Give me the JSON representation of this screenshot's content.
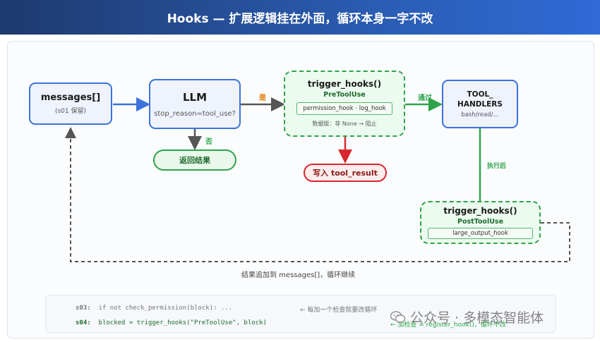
{
  "header": {
    "title": "Hooks — 扩展逻辑挂在外面，循环本身一字不改"
  },
  "nodes": {
    "messages": {
      "title": "messages[]",
      "sub": "(s01 保留)"
    },
    "llm": {
      "title": "LLM",
      "sub": "stop_reason=tool_use?"
    },
    "return_result": {
      "label": "返回结果"
    },
    "pre_hooks": {
      "title": "trigger_hooks()",
      "sub": "PreToolUse",
      "tag": "permission_hook · log_hook",
      "note": "数据版：非 None → 阻止"
    },
    "write_result": {
      "label": "写入 tool_result"
    },
    "tool_handlers": {
      "title_line1": "TOOL_",
      "title_line2": "HANDLERS",
      "sub": "bash/read/..."
    },
    "post_hooks": {
      "title": "trigger_hooks()",
      "sub": "PostToolUse",
      "tag": "large_output_hook"
    }
  },
  "edge_labels": {
    "yes": "是",
    "no": "否",
    "pass": "通过",
    "after_exec": "执行后"
  },
  "loop_caption": "结果追加到 messages[]，循环继续",
  "code": {
    "line1": {
      "tag": "s03:",
      "text": "if not check_permission(block): ...",
      "note": "← 每加一个检查就要改循环"
    },
    "line2": {
      "tag": "s04:",
      "text": "blocked = trigger_hooks(\"PreToolUse\", block)",
      "note": "← 加检查 = register_hook()，循环不改"
    }
  },
  "watermark": {
    "text": "公众号 · 多模态智能体"
  },
  "colors": {
    "blue": "#3b73d9",
    "green": "#2ea34a",
    "red": "#d7282f",
    "orange": "#e07b00",
    "gray": "#555555"
  }
}
